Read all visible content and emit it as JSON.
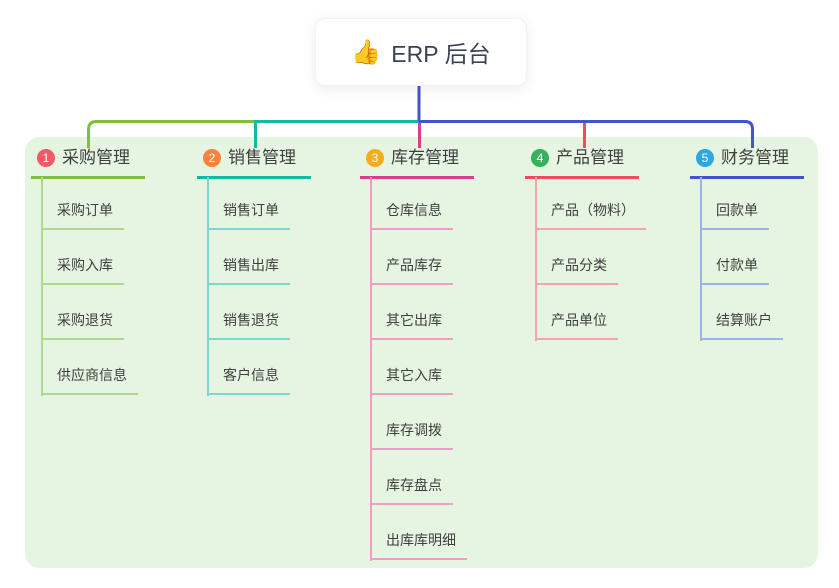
{
  "root": {
    "icon_glyph": "👍",
    "label": "ERP 后台"
  },
  "colors": {
    "canvas_bg": "#ffffff",
    "panel_bg": "#e6f5e2",
    "root_line": "#4254c8",
    "text": "#3f3f3f",
    "title_text": "#3a4356"
  },
  "branches": [
    {
      "num": "1",
      "label": "采购管理",
      "badge_color": "#f25b66",
      "line_color": "#7fbe3e",
      "child_line_color": "#afd98a",
      "items": [
        "采购订单",
        "采购入库",
        "采购退货",
        "供应商信息"
      ]
    },
    {
      "num": "2",
      "label": "销售管理",
      "badge_color": "#f7833f",
      "line_color": "#14b8ab",
      "child_line_color": "#7fd6ce",
      "items": [
        "销售订单",
        "销售出库",
        "销售退货",
        "客户信息"
      ]
    },
    {
      "num": "3",
      "label": "库存管理",
      "badge_color": "#f6ad1d",
      "line_color": "#dc3c8e",
      "child_line_color": "#f09cc7",
      "items": [
        "仓库信息",
        "产品库存",
        "其它出库",
        "其它入库",
        "库存调拨",
        "库存盘点",
        "出库库明细"
      ]
    },
    {
      "num": "4",
      "label": "产品管理",
      "badge_color": "#36b25c",
      "line_color": "#f24b5f",
      "child_line_color": "#f8a2ab",
      "items": [
        "产品（物料）",
        "产品分类",
        "产品单位"
      ]
    },
    {
      "num": "5",
      "label": "财务管理",
      "badge_color": "#2ea6e2",
      "line_color": "#4254c8",
      "child_line_color": "#9db2e6",
      "items": [
        "回款单",
        "付款单",
        "结算账户"
      ]
    }
  ]
}
